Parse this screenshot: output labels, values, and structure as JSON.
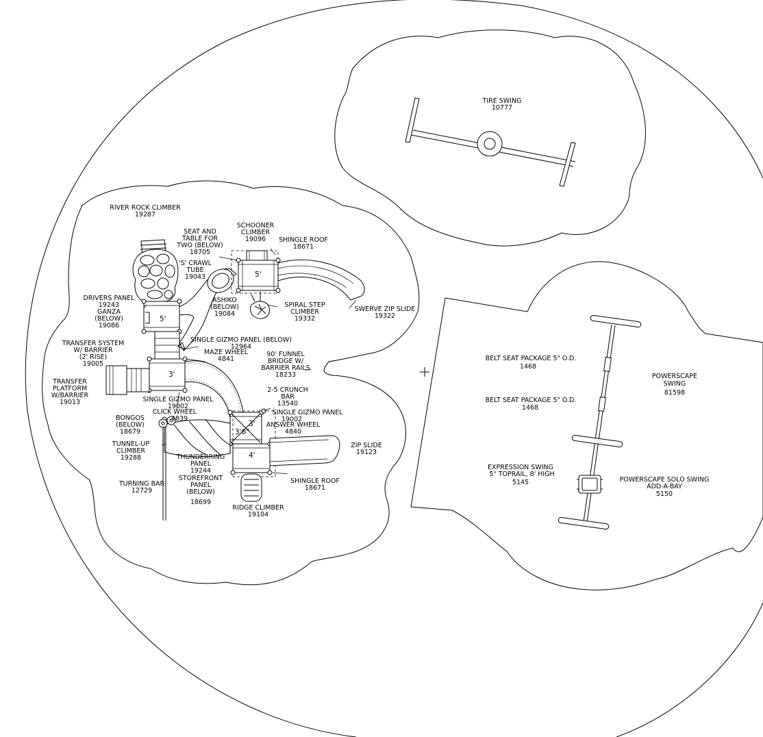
{
  "labels": {
    "tire_swing": [
      "TIRE SWING",
      "10777"
    ],
    "river_rock_climber": [
      "RIVER ROCK CLIMBER",
      "19287"
    ],
    "seat_and_table": [
      "SEAT AND",
      "TABLE FOR",
      "TWO (BELOW)",
      "18705"
    ],
    "schooner_climber": [
      "SCHOONER",
      "CLIMBER",
      "19096"
    ],
    "shingle_roof_top": [
      "SHINGLE ROOF",
      "18671"
    ],
    "s_crawl_tube": [
      "'S' CRAWL",
      "TUBE",
      "19043"
    ],
    "drivers_panel": [
      "DRIVERS PANEL",
      "19243",
      "GANZA",
      "(BELOW)",
      "19086"
    ],
    "spiral_step_climber": [
      "SPIRAL STEP",
      "CLIMBER",
      "19332"
    ],
    "swerve_zip_slide": [
      "SWERVE ZIP SLIDE",
      "19322"
    ],
    "ashiko": [
      "ASHIKO",
      "(BELOW)",
      "19084"
    ],
    "transfer_system": [
      "TRANSFER SYSTEM",
      "W/ BARRIER",
      "(2' RISE)",
      "19005"
    ],
    "single_gizmo_below": [
      "SINGLE GIZMO PANEL (BELOW)",
      "12964"
    ],
    "maze_wheel": [
      "MAZE WHEEL",
      "4841"
    ],
    "funnel_bridge": [
      "90' FUNNEL",
      "BRIDGE W/",
      "BARRIER RAILS",
      "18233"
    ],
    "transfer_platform": [
      "TRANSFER",
      "PLATFORM",
      "W/BARRIER",
      "19013"
    ],
    "crunch_bar": [
      "2-5 CRUNCH",
      "BAR",
      "13540"
    ],
    "single_gizmo_left": [
      "SINGLE GIZMO PANEL",
      "19002"
    ],
    "click_wheel": [
      "CLICK WHEEL",
      "4839"
    ],
    "bongos": [
      "BONGOS",
      "(BELOW)",
      "18679"
    ],
    "single_gizmo_right": [
      "SINGLE GIZMO PANEL",
      "19002"
    ],
    "answer_wheel": [
      "ANSWER WHEEL",
      "4840"
    ],
    "zip_slide": [
      "ZIP SLIDE",
      "19123"
    ],
    "tunnel_up_climber": [
      "TUNNEL-UP",
      "CLIMBER",
      "19288"
    ],
    "thunderring_panel": [
      "THUNDERRING",
      "PANEL",
      "19244"
    ],
    "storefront_panel": [
      "STOREFRONT",
      "PANEL",
      "(BELOW)",
      "18699"
    ],
    "turning_bar": [
      "TURNING BAR",
      "12729"
    ],
    "shingle_roof_bottom": [
      "SHINGLE ROOF",
      "18671"
    ],
    "ridge_climber": [
      "RIDGE CLIMBER",
      "19104"
    ],
    "belt_seat_1": [
      "BELT SEAT PACKAGE 5\" O.D.",
      "1468"
    ],
    "belt_seat_2": [
      "BELT SEAT PACKAGE 5\" O.D.",
      "1468"
    ],
    "powerscape_swing": [
      "POWERSCAPE",
      "SWING",
      "81598"
    ],
    "expression_swing": [
      "EXPRESSION SWING",
      "5\" TOPRAIL, 8' HIGH",
      "5145"
    ],
    "powerscape_solo": [
      "POWERSCAPE SOLO SWING",
      "ADD-A-BAY",
      "5150"
    ]
  },
  "deck_heights": {
    "deck_schooner": "5'",
    "deck_drivers": "5'",
    "deck_center": "3'",
    "deck_lower_a": "3'",
    "deck_lower_b": "3'6\"",
    "deck_lower_c": "4'"
  }
}
